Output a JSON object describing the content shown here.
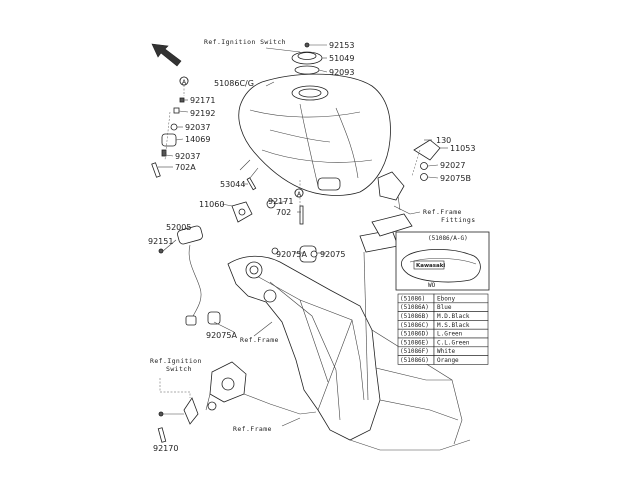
{
  "parts": {
    "p92153": "92153",
    "p51049": "51049",
    "p92093": "92093",
    "p51086": "51086C/G",
    "p92171a": "92171",
    "p92192": "92192",
    "p92037a": "92037",
    "p14069": "14069",
    "p92037b": "92037",
    "p702a": "702A",
    "p53044": "53044",
    "p11060": "11060",
    "p92171b": "92171",
    "p702": "702",
    "p52005": "52005",
    "p92151": "92151",
    "p92075a1": "92075A",
    "p92075": "92075",
    "p92075a2": "92075A",
    "p92170": "92170",
    "p130": "130",
    "p11053": "11053",
    "p92027": "92027",
    "p92075b": "92075B"
  },
  "refs": {
    "ignition_top": "Ref.Ignition Switch",
    "frame_fittings_1": "Ref.Frame",
    "frame_fittings_2": "Fittings",
    "frame_mid": "Ref.Frame",
    "ignition_bottom_1": "Ref.Ignition",
    "ignition_bottom_2": "Switch",
    "frame_bottom": "Ref.Frame"
  },
  "markers": {
    "a_top": "A",
    "a_mid": "A"
  },
  "inset": {
    "label": "(51086/A-G)",
    "emblem": "Kawasaki",
    "caption": "WO"
  },
  "color_table": [
    {
      "code": "(51086)",
      "color": "Ebony"
    },
    {
      "code": "(51086A)",
      "color": "Blue"
    },
    {
      "code": "(51086B)",
      "color": "M.D.Black"
    },
    {
      "code": "(51086C)",
      "color": "M.S.Black"
    },
    {
      "code": "(51086D)",
      "color": "L.Green"
    },
    {
      "code": "(51086E)",
      "color": "C.L.Green"
    },
    {
      "code": "(51086F)",
      "color": "White"
    },
    {
      "code": "(51086G)",
      "color": "Orange"
    }
  ]
}
